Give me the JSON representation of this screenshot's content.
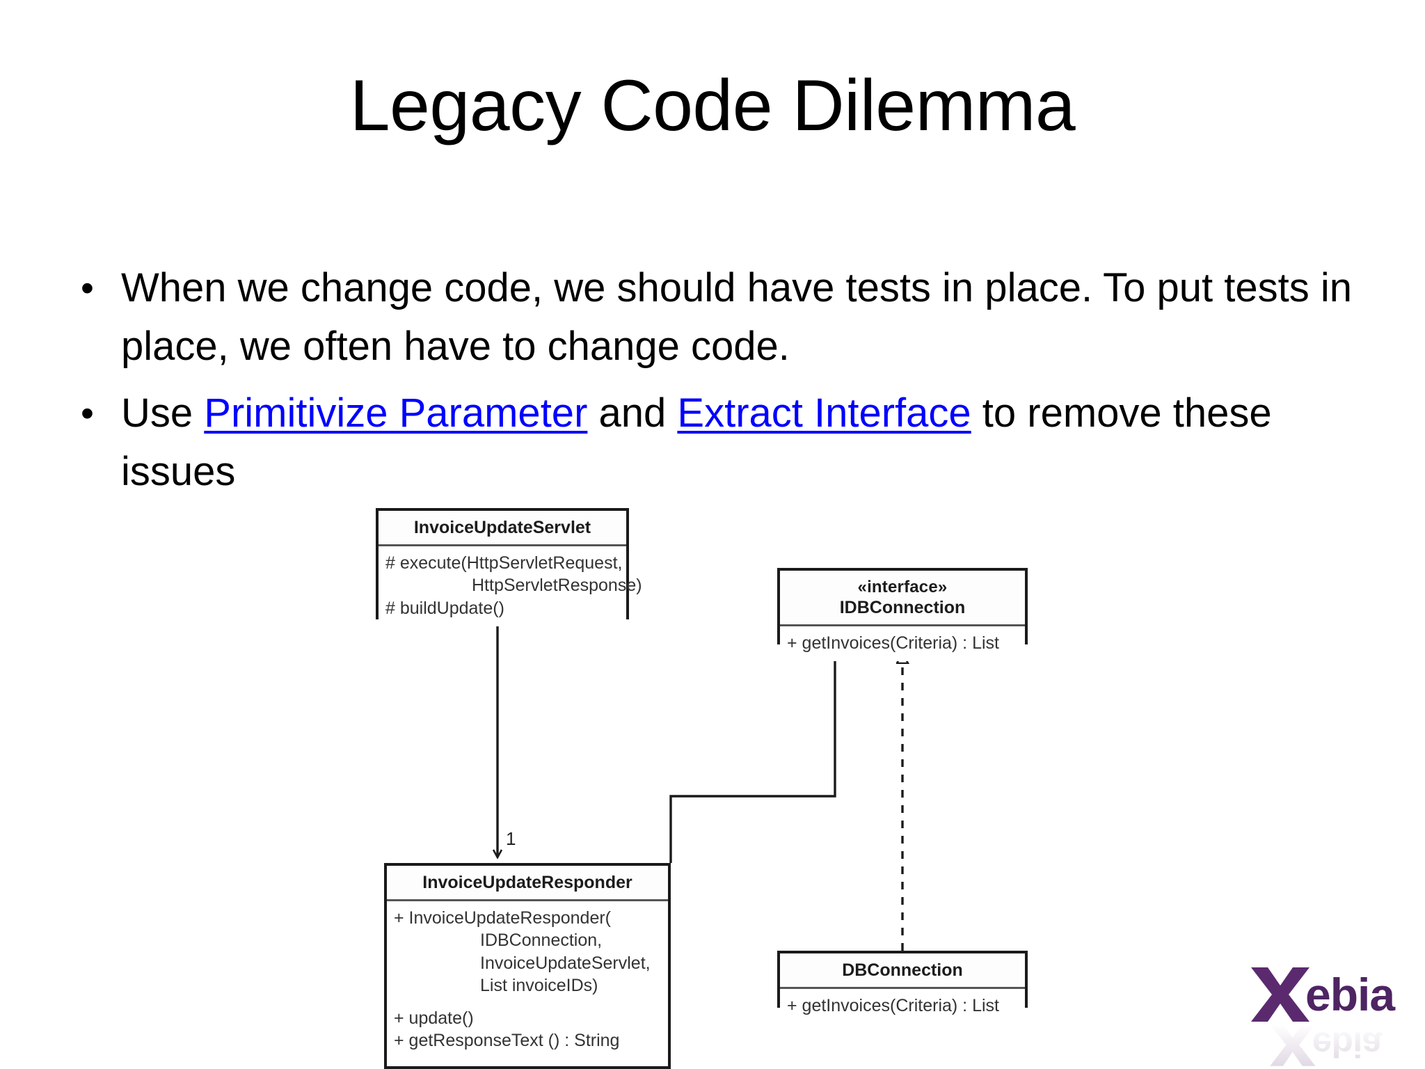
{
  "slide": {
    "title": "Legacy Code Dilemma",
    "background_color": "#ffffff",
    "text_color": "#000000",
    "link_color": "#0000ff"
  },
  "bullets": [
    {
      "marker": "•",
      "segments": [
        {
          "text": "When we change code, we should have tests in place. To put tests in place, we often have to change code.",
          "link": false
        }
      ]
    },
    {
      "marker": "•",
      "segments": [
        {
          "text": "Use ",
          "link": false
        },
        {
          "text": "Primitivize Parameter",
          "link": true
        },
        {
          "text": " and ",
          "link": false
        },
        {
          "text": "Extract Interface",
          "link": true
        },
        {
          "text": " to remove these issues",
          "link": false
        }
      ]
    }
  ],
  "diagram": {
    "type": "uml-class-diagram",
    "classes": [
      {
        "id": "servlet",
        "name": "InvoiceUpdateServlet",
        "stereotype": "",
        "members": [
          "# execute(HttpServletRequest,",
          "HttpServletResponse)",
          "# buildUpdate()"
        ]
      },
      {
        "id": "interface",
        "name": "IDBConnection",
        "stereotype": "«interface»",
        "members": [
          "+ getInvoices(Criteria) : List"
        ]
      },
      {
        "id": "responder",
        "name": "InvoiceUpdateResponder",
        "stereotype": "",
        "members": [
          "+ InvoiceUpdateResponder(",
          "IDBConnection,",
          "InvoiceUpdateServlet,",
          "List invoiceIDs)",
          "+ update()",
          "+ getResponseText () : String"
        ]
      },
      {
        "id": "dbconn",
        "name": "DBConnection",
        "stereotype": "",
        "members": [
          "+ getInvoices(Criteria) : List"
        ]
      }
    ],
    "relationships": [
      {
        "from": "servlet",
        "to": "responder",
        "style": "solid",
        "arrow": "open",
        "multiplicity": "1"
      },
      {
        "from": "responder",
        "to": "interface",
        "style": "solid",
        "arrow": "open",
        "multiplicity": ""
      },
      {
        "from": "dbconn",
        "to": "interface",
        "style": "dashed",
        "arrow": "hollow-triangle",
        "multiplicity": ""
      }
    ],
    "multiplicity_label": "1"
  },
  "logo": {
    "name": "Xebia",
    "color": "#5b2a6e",
    "accent_color": "#8a4c9e"
  }
}
